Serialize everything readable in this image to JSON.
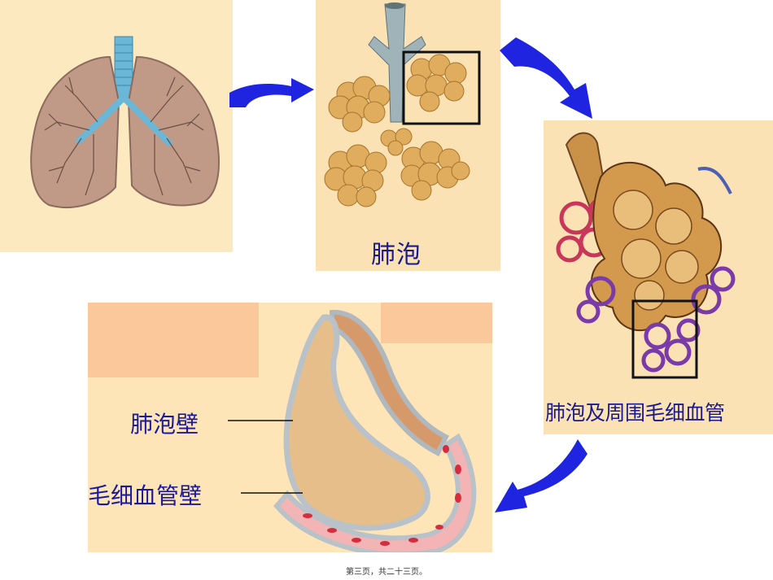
{
  "panels": {
    "alveoli_caption": "肺泡",
    "capillary_caption": "肺泡及周围毛细血管",
    "wall_label_alveolar": "肺泡壁",
    "wall_label_capillary": "毛细血管壁"
  },
  "footer": {
    "page_text": "第三页，共二十三页。"
  },
  "colors": {
    "arrow": "#1f24e0",
    "caption_text": "#1a1a8c",
    "panel_bg": "#fbe2b4",
    "alveolus_fill": "#e8b872",
    "capillary_purple": "#7a3aa8",
    "capillary_red": "#c8375a"
  },
  "icons": [
    "lungs-illustration",
    "alveoli-cluster-illustration",
    "alveolus-capillary-illustration",
    "alveolar-wall-diagram",
    "curved-arrow-icon"
  ]
}
